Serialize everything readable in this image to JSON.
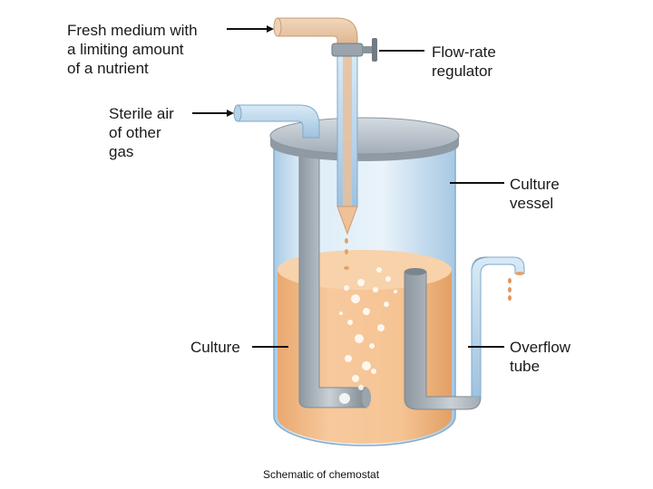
{
  "labels": {
    "fresh_medium": [
      "Fresh medium with",
      "a limiting amount",
      "of a nutrient"
    ],
    "flow_rate": [
      "Flow-rate",
      "regulator"
    ],
    "sterile_air": [
      "Sterile air",
      "of other",
      "gas"
    ],
    "culture_vessel": [
      "Culture",
      "vessel"
    ],
    "culture": [
      "Culture"
    ],
    "overflow_tube": [
      "Overflow",
      "tube"
    ]
  },
  "caption": "Schematic of chemostat",
  "colors": {
    "medium_pipe": "#e6c3a0",
    "culture": "#f2b985",
    "glass": "#cfe3f2",
    "glass_edge": "#7fa9cc",
    "lid": "#b9c3cc",
    "metal_pipe": "#a9b3bb"
  }
}
